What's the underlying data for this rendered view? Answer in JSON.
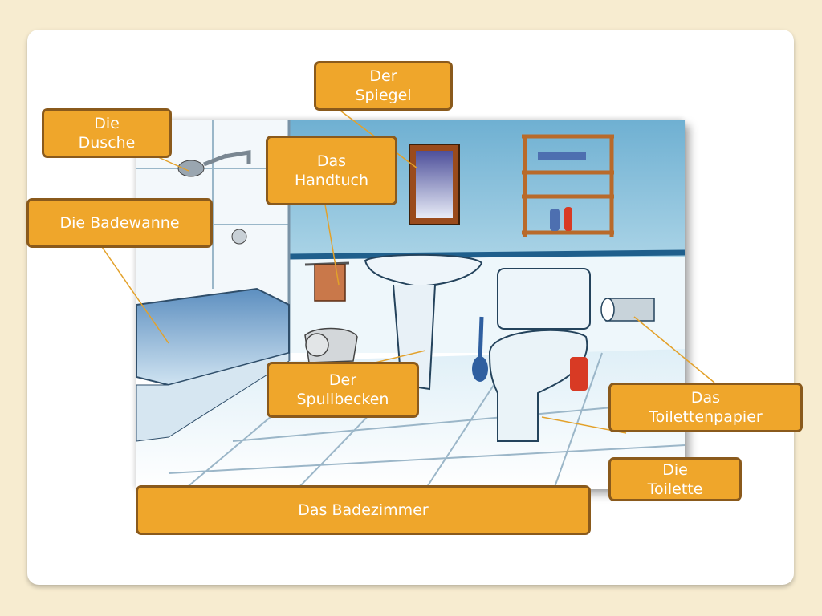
{
  "labels": {
    "spiegel": "Der\nSpiegel",
    "dusche": "Die\nDusche",
    "handtuch": "Das\nHandtuch",
    "badewanne": "Die Badewanne",
    "spullbecken": "Der\nSpullbecken",
    "toilettenpapier": "Das\nToilettenpapier",
    "toilette": "Die\nToilette",
    "badezimmer": "Das Badezimmer"
  },
  "colors": {
    "label_fill": "#efa62b",
    "label_border": "#8a5a1c",
    "label_text": "#ffffff",
    "leader_line": "#e3a12a",
    "background": "#f7ecd0",
    "wall": "#8fc3dc"
  }
}
